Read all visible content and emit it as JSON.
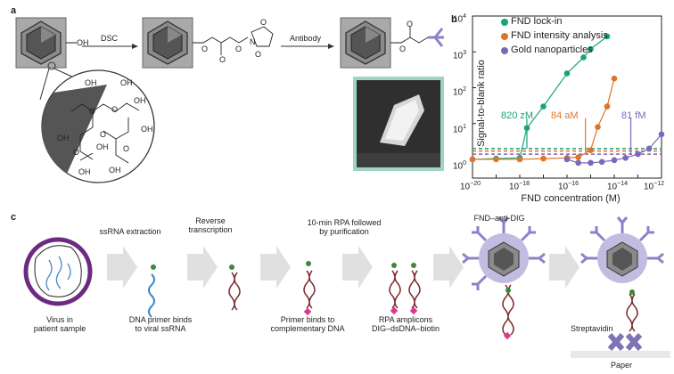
{
  "panel_a": {
    "label": "a",
    "oh_label": "OH",
    "dsc_label": "DSC",
    "antibody_label": "Antibody",
    "chain_oh": [
      "OH",
      "OH",
      "OH",
      "OH",
      "OH",
      "OH",
      "OH",
      "OH"
    ],
    "chain_o": [
      "O",
      "O",
      "O",
      "O",
      "O"
    ],
    "o_symbol": "O",
    "n_symbol": "N"
  },
  "panel_b": {
    "label": "b",
    "annotations": [
      "820 zM",
      "84 aM",
      "81 fM"
    ],
    "ticks_x": [
      "10",
      "10",
      "10",
      "10",
      "10"
    ],
    "ticks_x_exp": [
      "−20",
      "−18",
      "−16",
      "−14",
      "−12"
    ],
    "ticks_y": [
      "10",
      "10",
      "10",
      "10",
      "10"
    ],
    "ticks_y_exp": [
      "0",
      "1",
      "2",
      "3",
      "4"
    ]
  },
  "chart_data": {
    "type": "scatter",
    "title": "",
    "xlabel": "FND concentration (M)",
    "ylabel": "Signal-to-blank ratio",
    "x_scale": "log",
    "y_scale": "log",
    "xlim": [
      1e-20,
      1e-12
    ],
    "ylim": [
      0.3,
      10000
    ],
    "legend_position": "top-left",
    "series": [
      {
        "name": "FND lock-in",
        "color": "#1aa37a",
        "points": [
          [
            1e-20,
            1.0
          ],
          [
            1e-19,
            1.05
          ],
          [
            1e-18,
            1.1
          ],
          [
            2e-18,
            7.5
          ],
          [
            1e-17,
            30
          ],
          [
            1e-16,
            250
          ],
          [
            5e-16,
            700
          ],
          [
            1e-15,
            1200
          ],
          [
            5e-15,
            2700
          ]
        ]
      },
      {
        "name": "FND intensity analysis",
        "color": "#e0742a",
        "points": [
          [
            1e-20,
            1.0
          ],
          [
            1e-19,
            1.0
          ],
          [
            1e-18,
            1.0
          ],
          [
            1e-17,
            1.05
          ],
          [
            1e-16,
            1.1
          ],
          [
            3e-16,
            1.15
          ],
          [
            1e-15,
            1.8
          ],
          [
            2e-15,
            8
          ],
          [
            5e-15,
            30
          ],
          [
            1e-14,
            180
          ]
        ]
      },
      {
        "name": "Gold nanoparticles",
        "color": "#7b68b8",
        "points": [
          [
            1e-16,
            1.0
          ],
          [
            3e-16,
            0.8
          ],
          [
            1e-15,
            0.8
          ],
          [
            3e-15,
            0.85
          ],
          [
            1e-14,
            0.95
          ],
          [
            3e-14,
            1.1
          ],
          [
            1e-13,
            1.4
          ],
          [
            3e-13,
            2.0
          ],
          [
            1e-12,
            5.0
          ]
        ]
      }
    ]
  },
  "panel_c": {
    "label": "c",
    "top_labels": [
      "ssRNA extraction",
      "Reverse\ntranscription",
      "10-min RPA followed\nby purification",
      "FND–anti-DIG"
    ],
    "bottom_labels": [
      "Virus in\npatient sample",
      "DNA primer binds\nto viral ssRNA",
      "Primer binds to\ncomplementary DNA",
      "RPA amplicons\nDIG–dsDNA–biotin"
    ],
    "streptavidin_label": "Streptavidin",
    "paper_label": "Paper"
  }
}
